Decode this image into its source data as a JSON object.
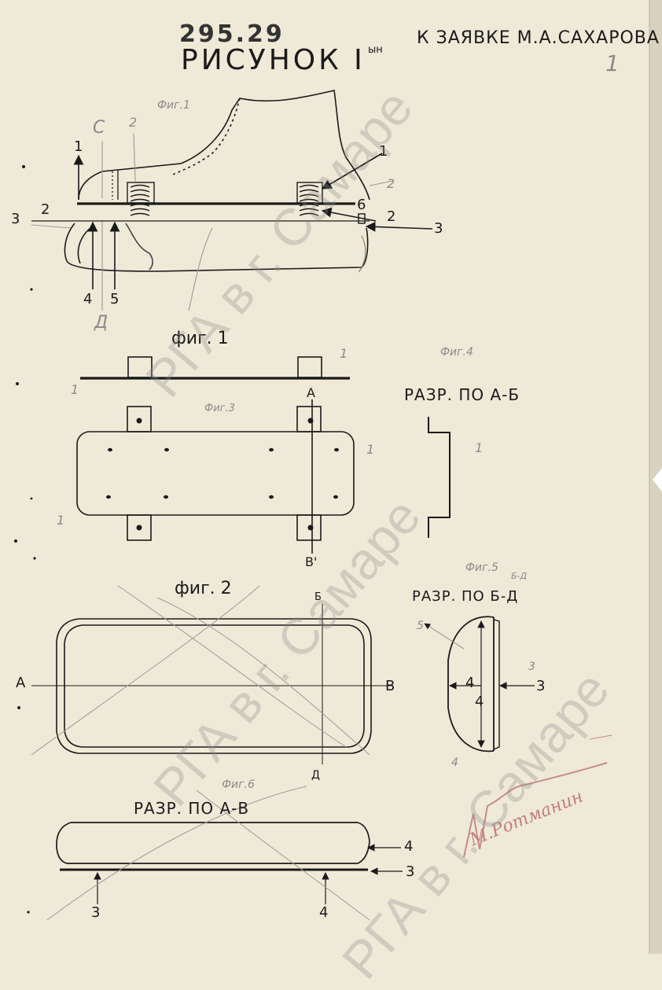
{
  "header": {
    "number": "295.29",
    "title": "РИСУНОК I",
    "title_sup": "ын",
    "applicant": "К ЗАЯВКЕ М.А.САХАРОВА",
    "page": "1"
  },
  "fig1": {
    "caption": "фиг. 1",
    "note": "Фиг.1",
    "pencil_c": "С",
    "pencil_d": "Д",
    "labels": {
      "l1_left": "1",
      "l1_right": "1",
      "l2_top": "2",
      "l2_left": "2",
      "l2_right": "2",
      "l2_pencil": "2",
      "l3_left": "3",
      "l3_right": "3",
      "l4": "4",
      "l5": "5",
      "l6": "6"
    }
  },
  "fig2": {
    "caption": "фиг. 2",
    "note": "Фиг.3",
    "label_1_top": "1",
    "label_1_left": "1",
    "label_1_plate": "1",
    "label_1_mid": "1",
    "section_top": "А",
    "section_bottom": "В'"
  },
  "fig4": {
    "note": "Фиг.4",
    "title": "РАЗР. ПО А-Б",
    "label": "1"
  },
  "fig3": {
    "a": "А",
    "b_right": "В",
    "b_top": "Б",
    "d": "Д"
  },
  "fig5": {
    "note": "Фиг.5",
    "note_sub": "Б-Д",
    "title": "РАЗР. ПО Б-Д",
    "labels": {
      "l5": "5",
      "l4a": "4",
      "l4b": "4",
      "l4c": "4",
      "l3": "3",
      "l3p": "3"
    }
  },
  "fig6": {
    "note": "Фиг.6",
    "title": "РАЗР. ПО А-В",
    "labels": {
      "l4_right": "4",
      "l3_right": "3",
      "l3_bottom": "3",
      "l4_bottom": "4"
    }
  },
  "signature": "М.Ротманин",
  "watermark": "РГА в г. Самаре"
}
